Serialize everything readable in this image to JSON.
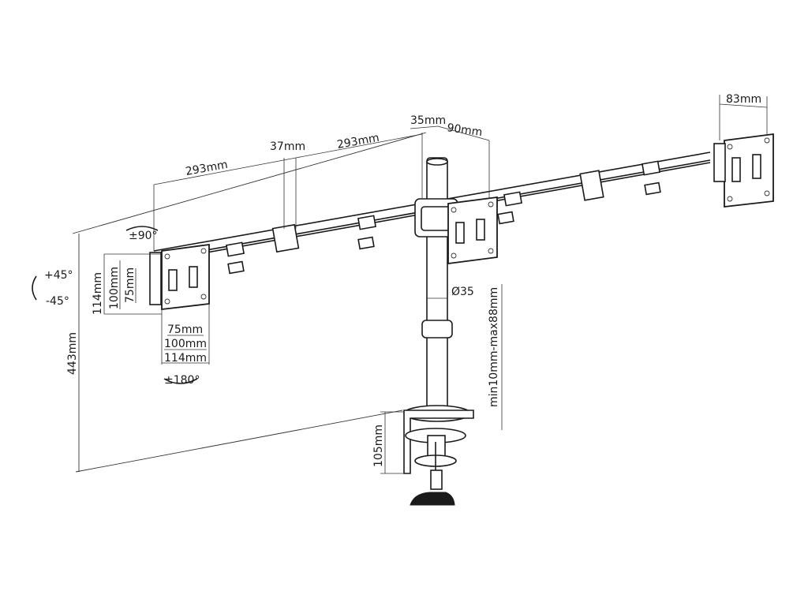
{
  "dimensions": {
    "arm_left_length": "293mm",
    "arm_right_length": "293mm",
    "arm_thickness": "37mm",
    "pole_offset": "35mm",
    "arm_width": "90mm",
    "plate_width": "83mm",
    "tilt_rotation": "±90°",
    "tilt_up": "+45°",
    "tilt_down": "-45°",
    "vesa_v_114": "114mm",
    "vesa_v_100": "100mm",
    "vesa_v_75": "75mm",
    "vesa_h_75": "75mm",
    "vesa_h_100": "100mm",
    "vesa_h_114": "114mm",
    "swivel": "±180°",
    "pole_diameter": "Ø35",
    "total_height": "443mm",
    "clamp_range": "min10mm-max88mm",
    "clamp_height": "105mm"
  }
}
